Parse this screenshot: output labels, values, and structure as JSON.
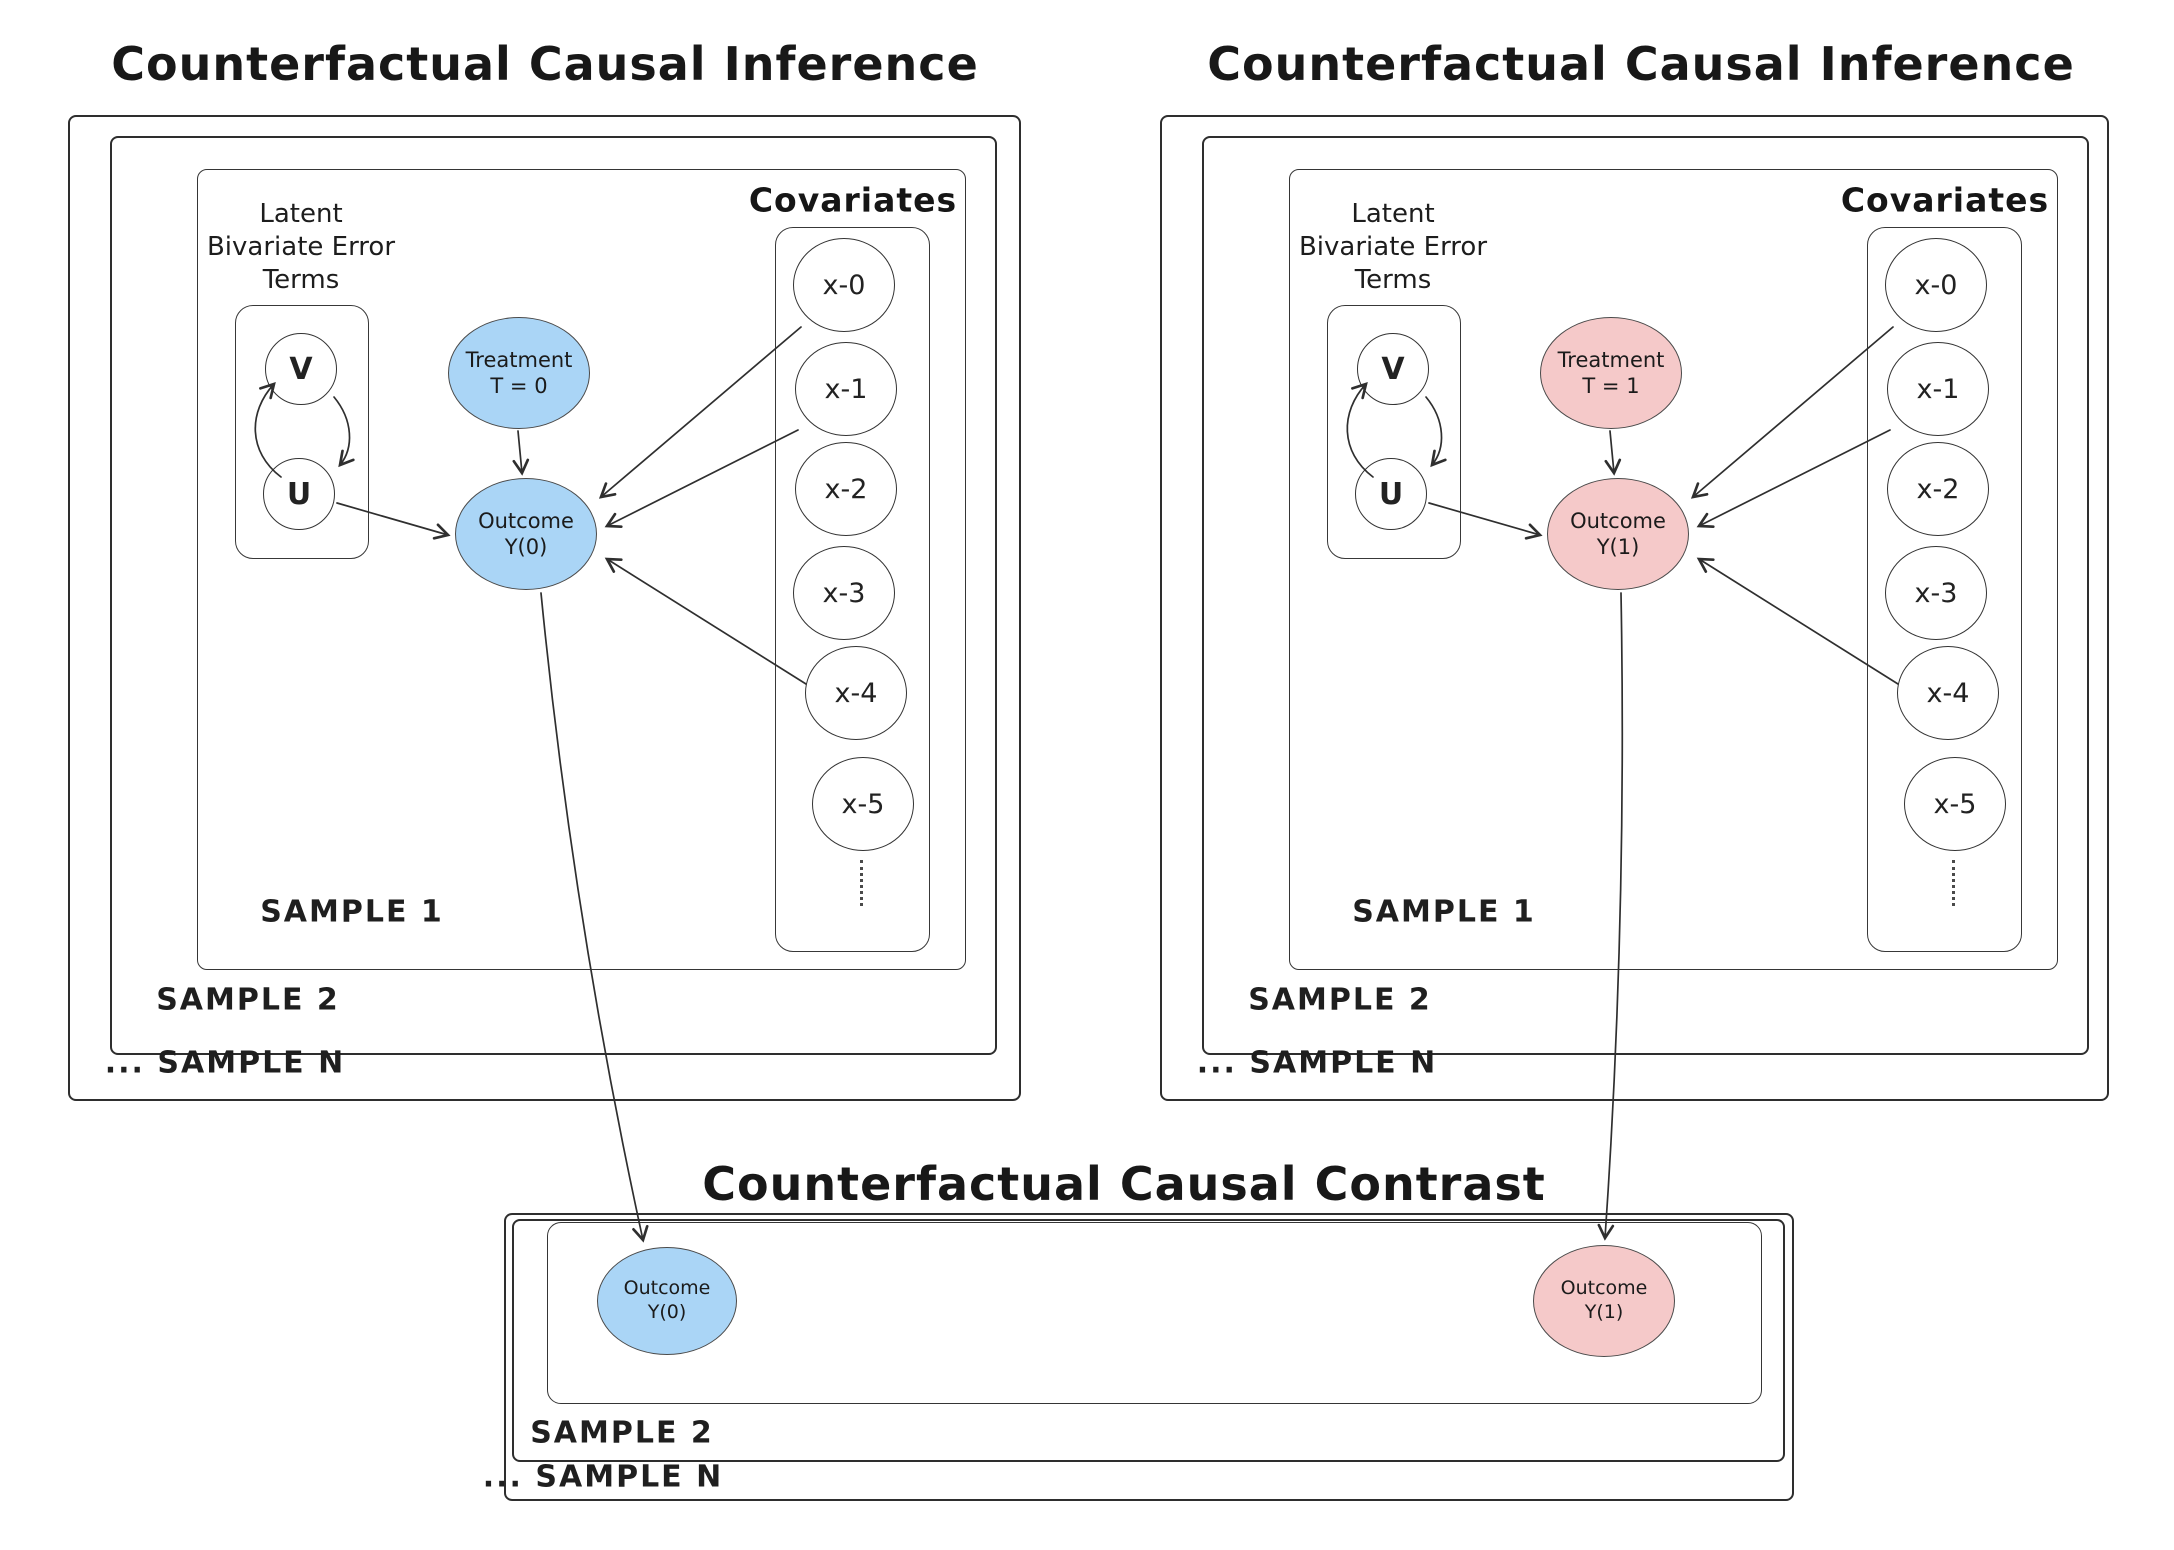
{
  "colors": {
    "node_blue": "#aad5f6",
    "node_pink": "#f5c9c9",
    "stroke": "#2f2f2f",
    "text": "#1c1c1c"
  },
  "panels": [
    {
      "title": "Counterfactual Causal Inference",
      "latent_label": "Latent\nBivariate Error\nTerms",
      "error_terms": {
        "v": "V",
        "u": "U"
      },
      "treatment": {
        "line1": "Treatment",
        "line2": "T = 0"
      },
      "outcome": {
        "line1": "Outcome",
        "line2": "Y(0)"
      },
      "covariates_title": "Covariates",
      "covariates": [
        "x-0",
        "x-1",
        "x-2",
        "x-3",
        "x-4",
        "x-5"
      ],
      "samples": {
        "inner": "SAMPLE 1",
        "middle": "SAMPLE 2",
        "outer": "... SAMPLE N"
      }
    },
    {
      "title": "Counterfactual Causal Inference",
      "latent_label": "Latent\nBivariate Error\nTerms",
      "error_terms": {
        "v": "V",
        "u": "U"
      },
      "treatment": {
        "line1": "Treatment",
        "line2": "T = 1"
      },
      "outcome": {
        "line1": "Outcome",
        "line2": "Y(1)"
      },
      "covariates_title": "Covariates",
      "covariates": [
        "x-0",
        "x-1",
        "x-2",
        "x-3",
        "x-4",
        "x-5"
      ],
      "samples": {
        "inner": "SAMPLE 1",
        "middle": "SAMPLE 2",
        "outer": "... SAMPLE N"
      }
    }
  ],
  "contrast": {
    "title": "Counterfactual Causal Contrast",
    "outcome_y0": {
      "line1": "Outcome",
      "line2": "Y(0)"
    },
    "outcome_y1": {
      "line1": "Outcome",
      "line2": "Y(1)"
    },
    "samples": {
      "middle": "SAMPLE 2",
      "outer": "... SAMPLE N"
    }
  }
}
